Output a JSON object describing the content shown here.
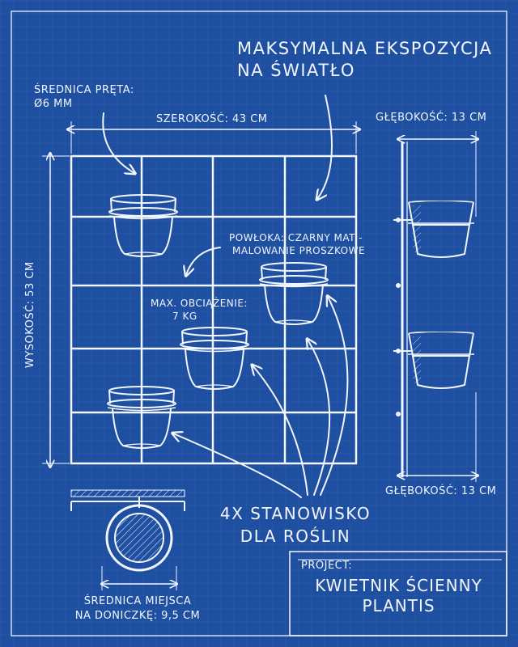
{
  "labels": {
    "headline": "MAKSYMALNA EKSPOZYCJA NA ŚWIATŁO",
    "rod_diameter_line1": "ŚREDNICA PRĘTA:",
    "rod_diameter_line2": "Ø6 MM",
    "width": "SZEROKOŚĆ: 43 CM",
    "height": "WYSOKOŚĆ: 53 CM",
    "depth_top": "GŁĘBOKOŚĆ: 13 CM",
    "depth_bottom": "GŁĘBOKOŚĆ: 13 CM",
    "coating_line1": "POWŁOKA: CZARNY MAT -",
    "coating_line2": "MALOWANIE PROSZKOWE",
    "max_load_line1": "MAX. OBCIĄŻENIE:",
    "max_load_line2": "7 KG",
    "stations_line1": "4x STANOWISKO",
    "stations_line2": "DLA ROŚLIN",
    "pot_diameter_line1": "ŚREDNICA MIEJSCA",
    "pot_diameter_line2": "NA DONICZKĘ: 9,5 CM"
  },
  "title_block": {
    "label": "PROJECT:",
    "line1": "KWIETNIK ŚCIENNY",
    "line2": "PLANTIS"
  },
  "colors": {
    "background": "#1e4fa0",
    "line": "#f2f6ff"
  }
}
